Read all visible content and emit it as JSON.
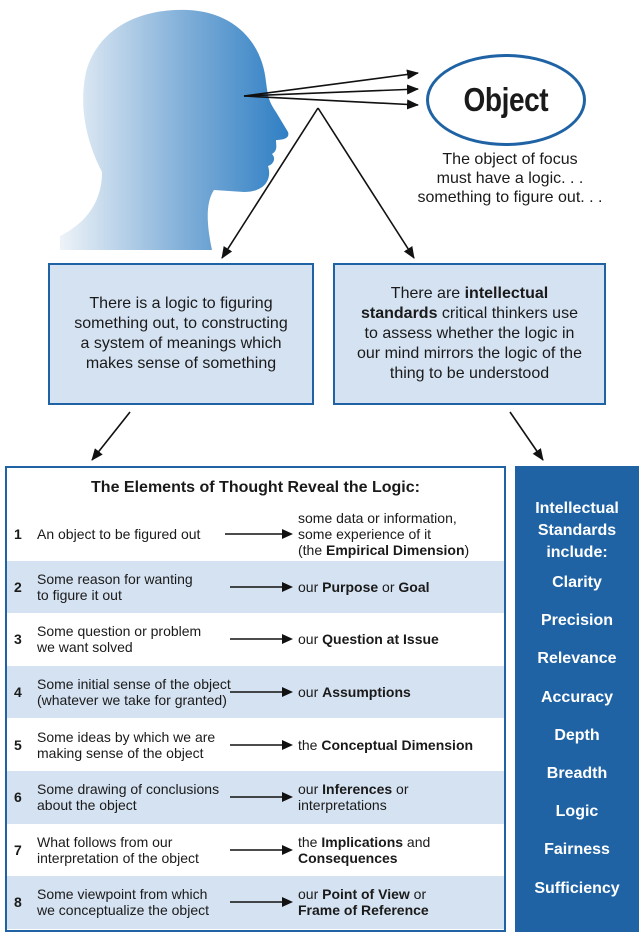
{
  "object": {
    "title": "Object",
    "note_lines": [
      "The object of focus",
      "must have a logic. . .",
      "something to figure out. . ."
    ]
  },
  "left_box": {
    "lines": [
      "There is a logic to figuring",
      "something out, to constructing",
      "a system of meanings which",
      "makes sense of something"
    ]
  },
  "right_box": {
    "line1": "There are ",
    "bold1": "intellectual",
    "bold2": "standards",
    "rest1": " critical thinkers use",
    "lines": [
      "to assess whether the logic in",
      "our mind mirrors the logic of the",
      "thing to be understood"
    ]
  },
  "elements": {
    "title": "The Elements of Thought Reveal the Logic:",
    "rows": [
      {
        "num": "1",
        "left": "An object to be figured out",
        "right": [
          [
            "some data or information,",
            ""
          ],
          [
            "some experience of it",
            ""
          ],
          [
            "(the ",
            "Empirical Dimension",
            ")"
          ]
        ]
      },
      {
        "num": "2",
        "left": "Some reason for wanting\nto figure it out",
        "right": [
          [
            "our ",
            "Purpose",
            " or ",
            "Goal"
          ]
        ]
      },
      {
        "num": "3",
        "left": "Some question or problem\nwe want solved",
        "right": [
          [
            "our ",
            "Question at Issue"
          ]
        ]
      },
      {
        "num": "4",
        "left": "Some initial sense of the object\n(whatever we take for granted)",
        "right": [
          [
            "our ",
            "Assumptions"
          ]
        ]
      },
      {
        "num": "5",
        "left": "Some ideas by which we are\nmaking sense of the object",
        "right": [
          [
            "the ",
            "Conceptual Dimension"
          ]
        ]
      },
      {
        "num": "6",
        "left": "Some drawing of conclusions\nabout the object",
        "right": [
          [
            "our ",
            "Inferences",
            " or"
          ],
          [
            "interpretations"
          ]
        ]
      },
      {
        "num": "7",
        "left": "What follows from our\ninterpretation of the object",
        "right": [
          [
            "the ",
            "Implications",
            " and"
          ],
          [
            "",
            "Consequences"
          ]
        ]
      },
      {
        "num": "8",
        "left": "Some viewpoint from which\nwe conceptualize the object",
        "right": [
          [
            "our ",
            "Point of View",
            " or"
          ],
          [
            "",
            "Frame of Reference"
          ]
        ]
      }
    ]
  },
  "standards": {
    "heading_lines": [
      "Intellectual",
      "Standards",
      "include:"
    ],
    "items": [
      "Clarity",
      "Precision",
      "Relevance",
      "Accuracy",
      "Depth",
      "Breadth",
      "Logic",
      "Fairness",
      "Sufficiency"
    ]
  },
  "colors": {
    "accent": "#1f63a5",
    "box_fill": "#d5e2f1",
    "head_gradient_dark": "#2f7fc4",
    "head_gradient_light": "#eef3f8"
  }
}
